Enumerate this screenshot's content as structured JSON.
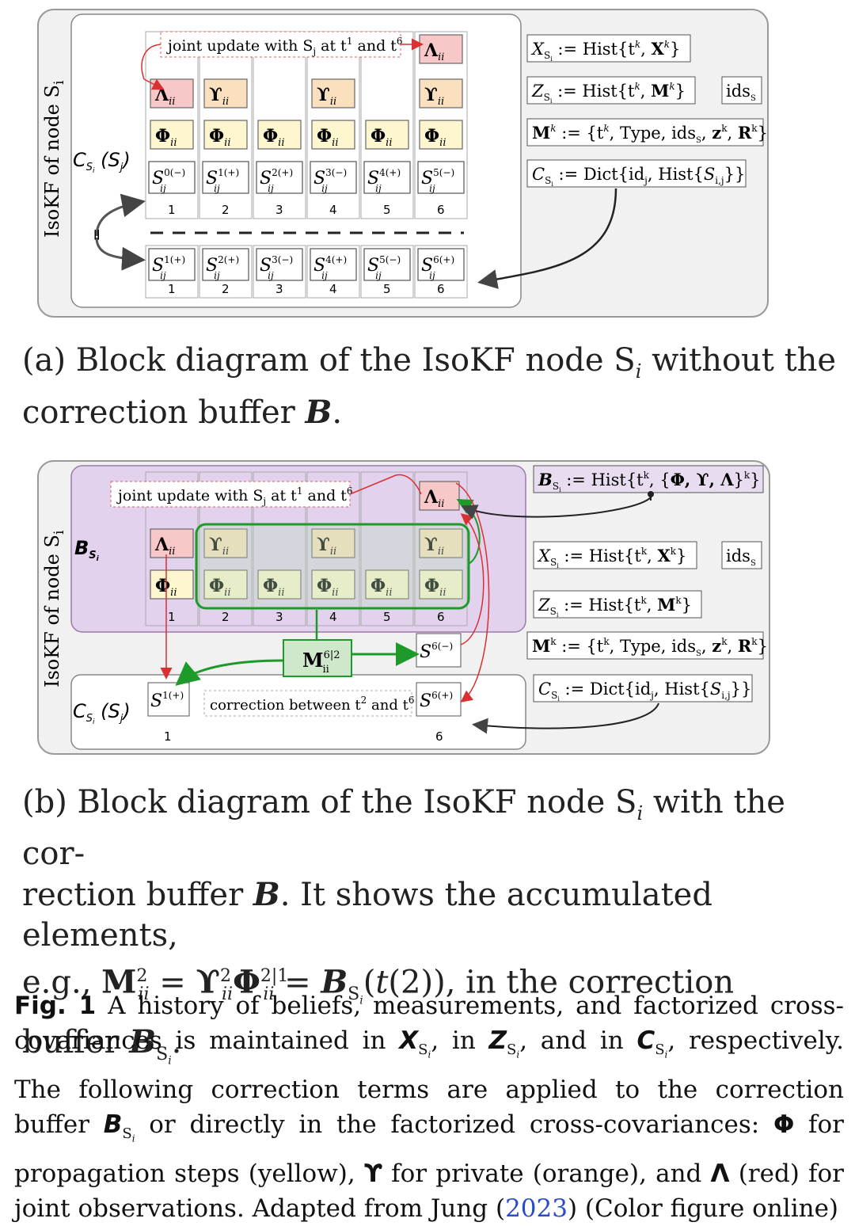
{
  "diagram_a": {
    "side_label": "IsoKF of node S",
    "side_sub": "i",
    "joint_update": "joint update with S",
    "joint_update_rest": " at t",
    "joint_and": " and t",
    "node_label": "C",
    "node_label_rest": " (S",
    "node_label_end": ")",
    "steps": [
      "1",
      "2",
      "3",
      "4",
      "5",
      "6"
    ],
    "top_signs": [
      "0(−)",
      "1(+)",
      "2(+)",
      "3(−)",
      "4(+)",
      "5(−)"
    ],
    "bottom_signs": [
      "1(+)",
      "2(+)",
      "3(−)",
      "4(+)",
      "5(−)",
      "6(+)"
    ],
    "equals": "=",
    "defs": [
      "X",
      "Z",
      "M",
      "C"
    ],
    "def_texts": [
      " := Hist{t",
      " := Hist{t",
      " := {t",
      " := Dict{id"
    ],
    "ids_label": "ids"
  },
  "caption_a_line1": "(a) Block diagram of the IsoKF node S",
  "caption_a_line1_end": " without the",
  "caption_a_line2": "correction buffer ",
  "caption_a_B": "B",
  "caption_a_dot": ".",
  "diagram_b": {
    "side_label": "IsoKF of node S",
    "buffer_label": "B",
    "node_label": "C",
    "joint_update": "joint update with S",
    "correction_text": "correction between t",
    "correction_and": " and t",
    "M_label": "M",
    "steps": [
      "1",
      "2",
      "3",
      "4",
      "5",
      "6"
    ],
    "sign_top": "6(−)",
    "sign_bottom": "6(+)",
    "sign_left": "1(+)"
  },
  "caption_b": {
    "line1": "(b) Block diagram of the IsoKF node S",
    "line1_end": " with the cor-",
    "line2": "rection buffer ",
    "line2_end": ". It shows the accumulated elements,",
    "line3_start": "e.g., ",
    "line3_mid": " in the correction",
    "line4": "buffer "
  },
  "fig_caption": {
    "label": "Fig. 1",
    "text1": " A history of beliefs, measurements, and factorized cross-covariances is maintained in ",
    "text2": ", in ",
    "text3": ", and in ",
    "text4": ", respectively. The following correction terms are applied to the correction buffer ",
    "text5": " or directly in the factorized cross-covariances: ",
    "phi": "Φ",
    "text6": " for propagation steps (yellow), ",
    "ups": "ϒ",
    "text7": " for private (orange), and ",
    "lam": "Λ",
    "text8": " (red) for joint observations. Adapted from Jung (",
    "year": "2023",
    "text9": ") (Color figure online)"
  },
  "colors": {
    "panel_bg": "#f1f1f1",
    "lambda_fill": "#f8c8c8",
    "upsilon_fill": "#fbe0bf",
    "phi_fill": "#fdf6cf",
    "buffer_fill": "#e2d2ee",
    "green": "#1e9a2a",
    "red": "#d93030",
    "link_blue": "#2a4cc9"
  }
}
